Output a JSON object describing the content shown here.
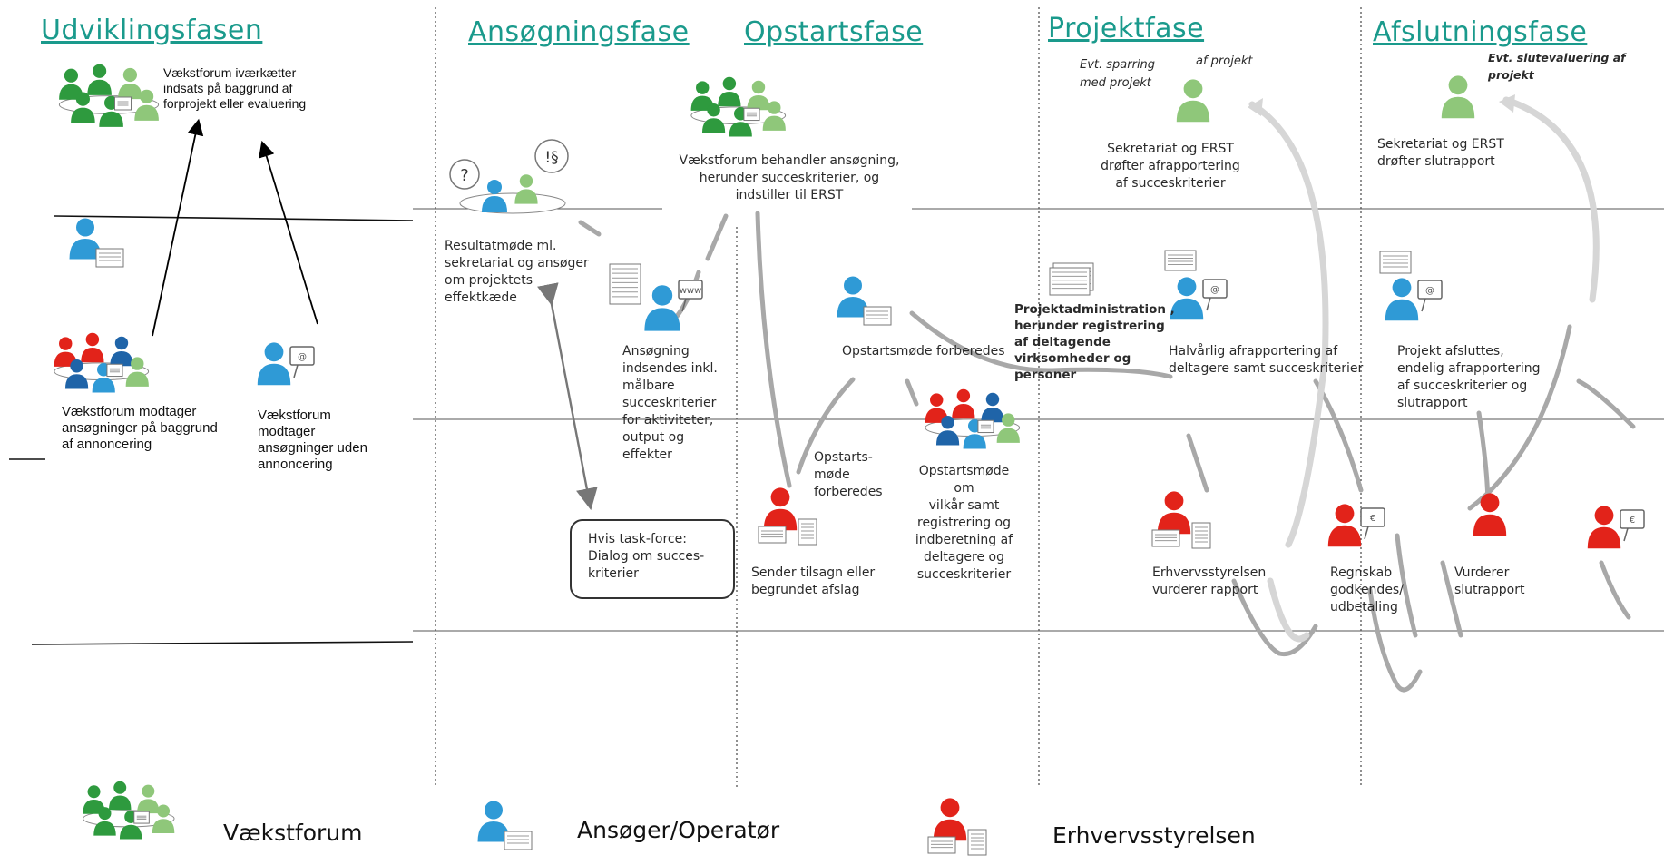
{
  "phases": {
    "udvikling": "Udviklingsfasen",
    "ansoegning": "Ansøgningsfase",
    "opstart": "Opstartsfase",
    "projekt": "Projektfase",
    "afslutning": "Afslutningsfase"
  },
  "udvikling": {
    "vf_initiates": [
      "Vækstforum iværkætter",
      "indsats på baggrund af",
      "forprojekt eller evaluering"
    ],
    "vf_receives_ads": [
      "Vækstforum modtager",
      "ansøgninger på baggrund",
      "af annoncering"
    ],
    "vf_receives_no_ads": [
      "Vækstforum",
      "modtager",
      "ansøgninger uden",
      "annoncering"
    ]
  },
  "ansoegning": {
    "result_meeting": [
      "Resultatmøde ml.",
      "sekretariat og ansøger",
      "om projektets",
      "effektkæde"
    ],
    "application_sent": [
      "Ansøgning",
      "indsendes inkl.",
      "målbare",
      "succeskriterier",
      "for aktiviteter,",
      "output og",
      "effekter"
    ],
    "taskforce": [
      "Hvis task-force:",
      "Dialog om succes-",
      "kriterier"
    ]
  },
  "opstart": {
    "vf_processes": [
      "Vækstforum behandler ansøgning,",
      "herunder succeskriterier, og",
      "indstiller til ERST"
    ],
    "meeting_prepared": "Opstartsmøde forberedes",
    "meeting_prepared_short": [
      "Opstarts-",
      "møde",
      "forberedes"
    ],
    "sends_approval": [
      "Sender tilsagn eller",
      "begrundet afslag"
    ],
    "meeting_terms": [
      "Opstartsmøde om",
      "vilkår samt",
      "registrering og",
      "indberetning af",
      "deltagere og",
      "succeskriterier"
    ]
  },
  "projekt": {
    "sparring": [
      "Evt. sparring",
      "med projekt"
    ],
    "of_project": "af projekt",
    "secretariat_discuss": [
      "Sekretariat og ERST",
      "drøfter afrapportering",
      "af succeskriterier"
    ],
    "admin": [
      "Projektadministration ,",
      "herunder registrering",
      "af deltagende",
      "virksomheder og",
      "personer"
    ],
    "half_year": [
      "Halvårlig afrapportering af",
      "deltagere samt succeskriterier"
    ],
    "erst_evaluates": [
      "Erhvervsstyrelsen",
      "vurderer rapport"
    ]
  },
  "afslutning": {
    "evaluation": "Evt. slutevaluering af projekt",
    "secretariat_final": [
      "Sekretariat og ERST",
      "drøfter slutrapport"
    ],
    "project_ends": [
      "Projekt afsluttes,",
      "endelig afrapportering",
      "af succeskriterier og",
      "slutrapport"
    ],
    "accounts": [
      "Regnskab",
      "godkendes/",
      "udbetaling"
    ],
    "evaluates_final": [
      "Vurderer",
      "slutrapport"
    ]
  },
  "legend": {
    "vaekstforum": "Vækstforum",
    "ansoeger": "Ansøger/Operatør",
    "erst": "Erhvervsstyrelsen"
  },
  "colors": {
    "phase_title": "#1a9a8c",
    "green_dark": "#2e9a3e",
    "green_light": "#8fc77a",
    "blue": "#2f9ad6",
    "blue_dark": "#1f64a8",
    "red": "#e2231a",
    "arrow_grey": "#a8a8a8"
  }
}
